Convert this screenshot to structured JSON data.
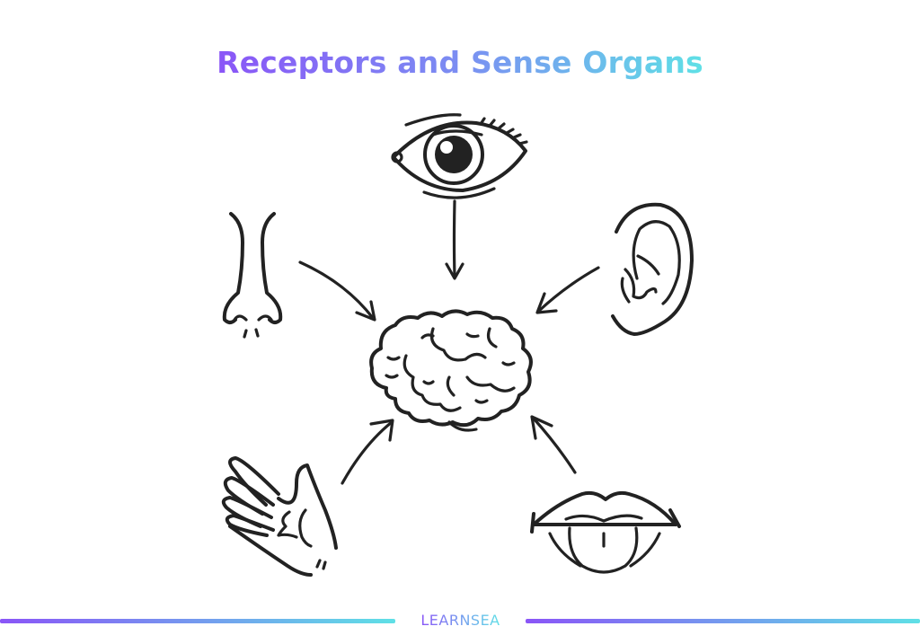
{
  "title": "Receptors and Sense Organs",
  "diagram": {
    "center": {
      "label": "brain",
      "icon": "brain-icon"
    },
    "organs": [
      {
        "name": "eye",
        "icon": "eye-icon",
        "position": "top",
        "arrow": "eye-to-brain"
      },
      {
        "name": "nose",
        "icon": "nose-icon",
        "position": "top-left",
        "arrow": "nose-to-brain"
      },
      {
        "name": "ear",
        "icon": "ear-icon",
        "position": "top-right",
        "arrow": "ear-to-brain"
      },
      {
        "name": "hand",
        "icon": "hand-icon",
        "position": "bottom-left",
        "arrow": "hand-to-brain"
      },
      {
        "name": "tongue",
        "icon": "mouth-tongue-icon",
        "position": "bottom-right",
        "arrow": "tongue-to-brain"
      }
    ]
  },
  "footer": {
    "brand": "LEARNSEA"
  },
  "colors": {
    "gradient_start": "#8a55f7",
    "gradient_end": "#5fe0e6",
    "ink": "#222222"
  }
}
